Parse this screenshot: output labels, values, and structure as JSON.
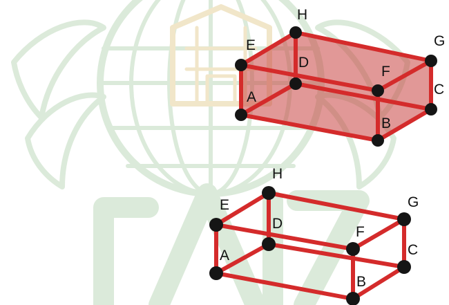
{
  "colors": {
    "edge": "#d42b2b",
    "face": "#c8403f",
    "vertex": "#151515",
    "label": "#111111",
    "watermark_green": "#d8e8d6",
    "watermark_gold": "#f0e4c4"
  },
  "watermark": {
    "type": "institution-logo"
  },
  "figures": [
    {
      "style": "shaded-solid",
      "vertices": [
        {
          "id": "A",
          "label": "A"
        },
        {
          "id": "B",
          "label": "B"
        },
        {
          "id": "C",
          "label": "C"
        },
        {
          "id": "D",
          "label": "D"
        },
        {
          "id": "E",
          "label": "E"
        },
        {
          "id": "F",
          "label": "F"
        },
        {
          "id": "G",
          "label": "G"
        },
        {
          "id": "H",
          "label": "H"
        }
      ]
    },
    {
      "style": "wireframe",
      "vertices": [
        {
          "id": "A",
          "label": "A"
        },
        {
          "id": "B",
          "label": "B"
        },
        {
          "id": "C",
          "label": "C"
        },
        {
          "id": "D",
          "label": "D"
        },
        {
          "id": "E",
          "label": "E"
        },
        {
          "id": "F",
          "label": "F"
        },
        {
          "id": "G",
          "label": "G"
        },
        {
          "id": "H",
          "label": "H"
        }
      ]
    }
  ]
}
